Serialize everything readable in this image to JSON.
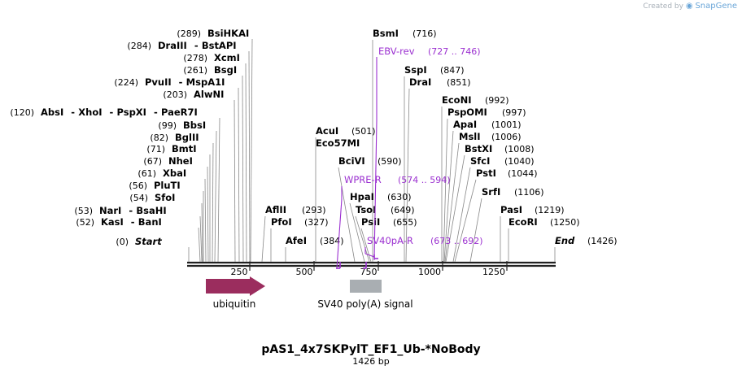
{
  "watermark": {
    "created_by": "Created by",
    "brand": "SnapGene"
  },
  "plasmid": {
    "name": "pAS1_4x7SKPylT_EF1_Ub-*NoBody",
    "length_label": "1426 bp"
  },
  "axis": {
    "ticks": [
      "250",
      "500",
      "750",
      "1000",
      "1250"
    ]
  },
  "features": [
    {
      "name": "ubiquitin",
      "color": "#9b2d5e",
      "shape": "arrow"
    },
    {
      "name": "SV40 poly(A) signal",
      "color": "#a9aeb2",
      "shape": "box"
    }
  ],
  "primers": [
    {
      "name": "EBV-rev",
      "range": "(727 .. 746)"
    },
    {
      "name": "WPRE-R",
      "range": "(574 .. 594)"
    },
    {
      "name": "SV40pA-R",
      "range": "(673 .. 692)"
    }
  ],
  "left_sites": [
    {
      "pos": "(289)",
      "names": [
        "BsiHKAI"
      ]
    },
    {
      "pos": "(284)",
      "names": [
        "DraIII",
        "BstAPI"
      ]
    },
    {
      "pos": "(278)",
      "names": [
        "XcmI"
      ]
    },
    {
      "pos": "(261)",
      "names": [
        "BsgI"
      ]
    },
    {
      "pos": "(224)",
      "names": [
        "PvuII",
        "MspA1I"
      ]
    },
    {
      "pos": "(203)",
      "names": [
        "AlwNI"
      ]
    },
    {
      "pos": "(120)",
      "names": [
        "AbsI",
        "XhoI",
        "PspXI",
        "PaeR7I"
      ]
    },
    {
      "pos": "(99)",
      "names": [
        "BbsI"
      ]
    },
    {
      "pos": "(82)",
      "names": [
        "BglII"
      ]
    },
    {
      "pos": "(71)",
      "names": [
        "BmtI"
      ]
    },
    {
      "pos": "(67)",
      "names": [
        "NheI"
      ]
    },
    {
      "pos": "(61)",
      "names": [
        "XbaI"
      ]
    },
    {
      "pos": "(56)",
      "names": [
        "PluTI"
      ]
    },
    {
      "pos": "(54)",
      "names": [
        "SfoI"
      ]
    },
    {
      "pos": "(53)",
      "names": [
        "NarI",
        "BsaHI"
      ]
    },
    {
      "pos": "(52)",
      "names": [
        "KasI",
        "BanI"
      ]
    },
    {
      "pos": "(0)",
      "names": [
        "Start"
      ]
    }
  ],
  "right_sites": [
    {
      "names": [
        "BsmI"
      ],
      "pos": "(716)"
    },
    {
      "names": [
        "SspI"
      ],
      "pos": "(847)"
    },
    {
      "names": [
        "DraI"
      ],
      "pos": "(851)"
    },
    {
      "names": [
        "EcoNI"
      ],
      "pos": "(992)"
    },
    {
      "names": [
        "PspOMI"
      ],
      "pos": "(997)"
    },
    {
      "names": [
        "ApaI"
      ],
      "pos": "(1001)"
    },
    {
      "names": [
        "AcuI"
      ],
      "pos": "(501)"
    },
    {
      "names": [
        "MslI"
      ],
      "pos": "(1006)"
    },
    {
      "names": [
        "Eco57MI"
      ],
      "pos": ""
    },
    {
      "names": [
        "BstXI"
      ],
      "pos": "(1008)"
    },
    {
      "names": [
        "BciVI"
      ],
      "pos": "(590)"
    },
    {
      "names": [
        "SfcI"
      ],
      "pos": "(1040)"
    },
    {
      "names": [
        "PstI"
      ],
      "pos": "(1044)"
    },
    {
      "names": [
        "SrfI"
      ],
      "pos": "(1106)"
    },
    {
      "names": [
        "HpaI"
      ],
      "pos": "(630)"
    },
    {
      "names": [
        "AflII"
      ],
      "pos": "(293)"
    },
    {
      "names": [
        "TsoI"
      ],
      "pos": "(649)"
    },
    {
      "names": [
        "PasI"
      ],
      "pos": "(1219)"
    },
    {
      "names": [
        "PfoI"
      ],
      "pos": "(327)"
    },
    {
      "names": [
        "PsiI"
      ],
      "pos": "(655)"
    },
    {
      "names": [
        "EcoRI"
      ],
      "pos": "(1250)"
    },
    {
      "names": [
        "AfeI"
      ],
      "pos": "(384)"
    },
    {
      "names": [
        "End"
      ],
      "pos": "(1426)"
    }
  ]
}
